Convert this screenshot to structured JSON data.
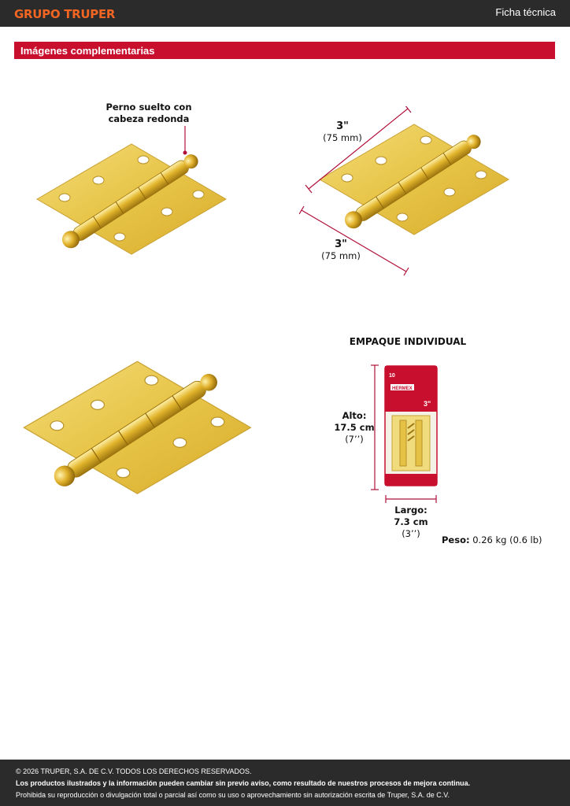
{
  "header": {
    "brand": "GRUPO TRUPER",
    "doc_type": "Ficha técnica"
  },
  "section": {
    "title": "Imágenes complementarias"
  },
  "callout": {
    "line1": "Perno suelto con",
    "line2": "cabeza redonda"
  },
  "dimensions": {
    "top": {
      "value": "3\"",
      "metric": "(75 mm)"
    },
    "bottom": {
      "value": "3\"",
      "metric": "(75 mm)"
    }
  },
  "packaging": {
    "title": "EMPAQUE INDIVIDUAL",
    "height": {
      "label": "Alto:",
      "metric": "17.5 cm",
      "imperial": "(7’’)"
    },
    "width": {
      "label": "Largo:",
      "metric": "7.3 cm",
      "imperial": "(3’’)"
    },
    "weight": {
      "label": "Peso:",
      "value": "0.26 kg (0.6 lb)"
    },
    "label_brand": "HERMEX",
    "label_count": "10",
    "label_size": "3\""
  },
  "footer": {
    "line1": "© 2026 TRUPER, S.A. DE C.V. TODOS LOS DERECHOS RESERVADOS.",
    "line2": "Los productos ilustrados y la información pueden cambiar sin previo aviso, como resultado de nuestros procesos de mejora continua.",
    "line3": "Prohibida su reproducción o divulgación total o parcial así como su uso o aprovechamiento sin autorización escrita de Truper, S.A. de C.V."
  },
  "colors": {
    "header_bg": "#2b2b2b",
    "brand_orange": "#f26522",
    "section_red": "#c8102e",
    "dimension_line": "#b0103a",
    "brass": "#e8c84a"
  }
}
